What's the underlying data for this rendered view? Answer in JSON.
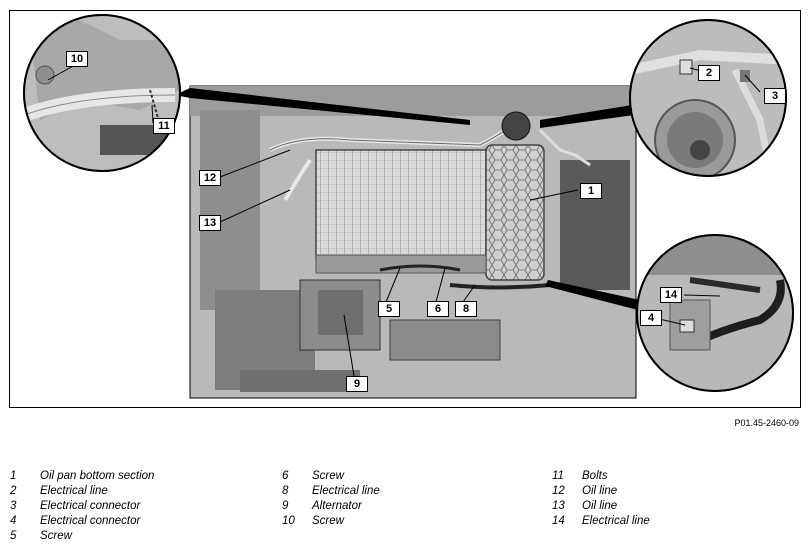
{
  "figure_id": "P01.45-2460-09",
  "callouts": {
    "c1": "1",
    "c2": "2",
    "c3": "3",
    "c4": "4",
    "c5": "5",
    "c6": "6",
    "c8": "8",
    "c9": "9",
    "c10": "10",
    "c11": "11",
    "c12": "12",
    "c13": "13",
    "c14": "14"
  },
  "legend": {
    "col1": [
      {
        "num": "1",
        "label": "Oil pan bottom section"
      },
      {
        "num": "2",
        "label": "Electrical line"
      },
      {
        "num": "3",
        "label": "Electrical connector"
      },
      {
        "num": "4",
        "label": "Electrical connector"
      },
      {
        "num": "5",
        "label": "Screw"
      }
    ],
    "col2": [
      {
        "num": "6",
        "label": "Screw"
      },
      {
        "num": "8",
        "label": "Electrical line"
      },
      {
        "num": "9",
        "label": "Alternator"
      },
      {
        "num": "10",
        "label": "Screw"
      }
    ],
    "col3": [
      {
        "num": "11",
        "label": "Bolts"
      },
      {
        "num": "12",
        "label": "Oil line"
      },
      {
        "num": "13",
        "label": "Oil line"
      },
      {
        "num": "14",
        "label": "Electrical line"
      }
    ]
  }
}
